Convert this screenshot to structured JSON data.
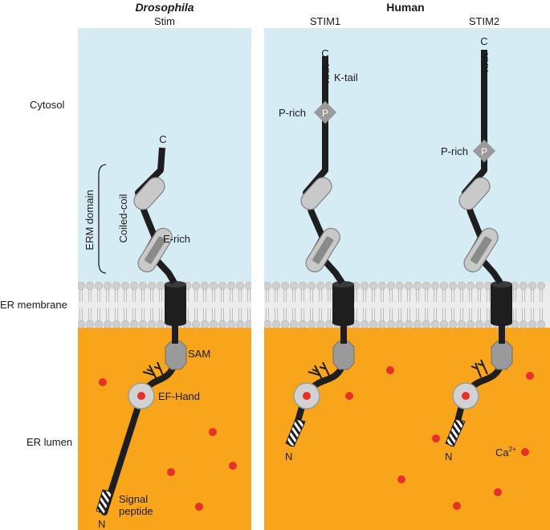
{
  "headers": {
    "drosophila": "Drosophila",
    "human": "Human",
    "stim": "Stim",
    "stim1": "STIM1",
    "stim2": "STIM2"
  },
  "regions": {
    "cytosol": "Cytosol",
    "er_membrane": "ER membrane",
    "er_lumen": "ER lumen"
  },
  "domains": {
    "erm_domain": "ERM domain",
    "coiled_coil": "Coiled-coil",
    "e_rich": "E-rich",
    "sam": "SAM",
    "ef_hand": "EF-Hand",
    "signal": "Signal",
    "peptide": "peptide",
    "k_tail": "K-tail",
    "kkk": "KKK",
    "p_rich": "P-rich",
    "p": "P",
    "ca": "Ca",
    "ca_sup": "2+",
    "c_term": "C",
    "n_term": "N"
  },
  "colors": {
    "cytosol": "#d6ecf4",
    "lumen": "#f8a51c",
    "membrane": "#ececec",
    "protein": "#1e1e1e",
    "calcium": "#e8302a",
    "domain_grey": "#9a9a9a",
    "domain_light": "#c9c9c9"
  }
}
